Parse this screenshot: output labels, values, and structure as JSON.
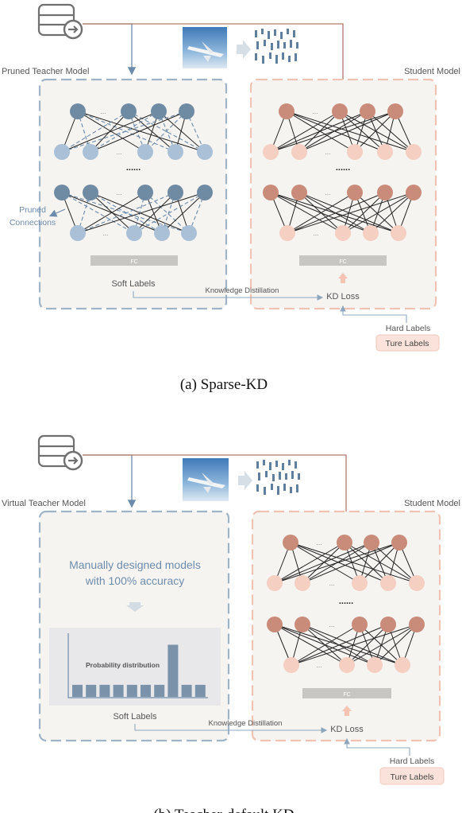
{
  "panel_a": {
    "teacher_title": "Pruned Teacher Model",
    "student_title": "Student Model",
    "ellipsis": "...",
    "dots": "......",
    "fc": "FC",
    "pruned_line1": "Pruned",
    "pruned_line2": "Connections",
    "soft_labels": "Soft Labels",
    "kd_label": "Knowledge Distillation",
    "kd_loss": "KD Loss",
    "hard_labels": "Hard Labels",
    "true_labels": "Ture Labels",
    "caption": "(a)  Sparse-KD"
  },
  "panel_b": {
    "teacher_title": "Virtual Teacher Model",
    "student_title": "Student Model",
    "manual_line1": "Manually designed models",
    "manual_line2": "with 100% accuracy",
    "prob_title": "Probability distribution",
    "prob_values": [
      0.18,
      0.18,
      0.18,
      0.18,
      0.18,
      0.18,
      0.18,
      0.78,
      0.18,
      0.18
    ],
    "ellipsis": "...",
    "dots": "......",
    "fc": "FC",
    "soft_labels": "Soft Labels",
    "kd_label": "Knowledge Distillation",
    "kd_loss": "KD Loss",
    "hard_labels": "Hard Labels",
    "true_labels": "Ture Labels",
    "caption": "(b)  Teacher-default KD"
  },
  "colors": {
    "teacher_node_dark": "#6f8aa3",
    "teacher_node_light": "#a9c0d6",
    "student_node_dark": "#c98c7a",
    "student_node_light": "#f4cfc2",
    "teacher_border": "#9fb4c7",
    "student_border": "#efc3b3",
    "arrow_blue": "#6d8cab",
    "arrow_brown": "#b07a66"
  }
}
